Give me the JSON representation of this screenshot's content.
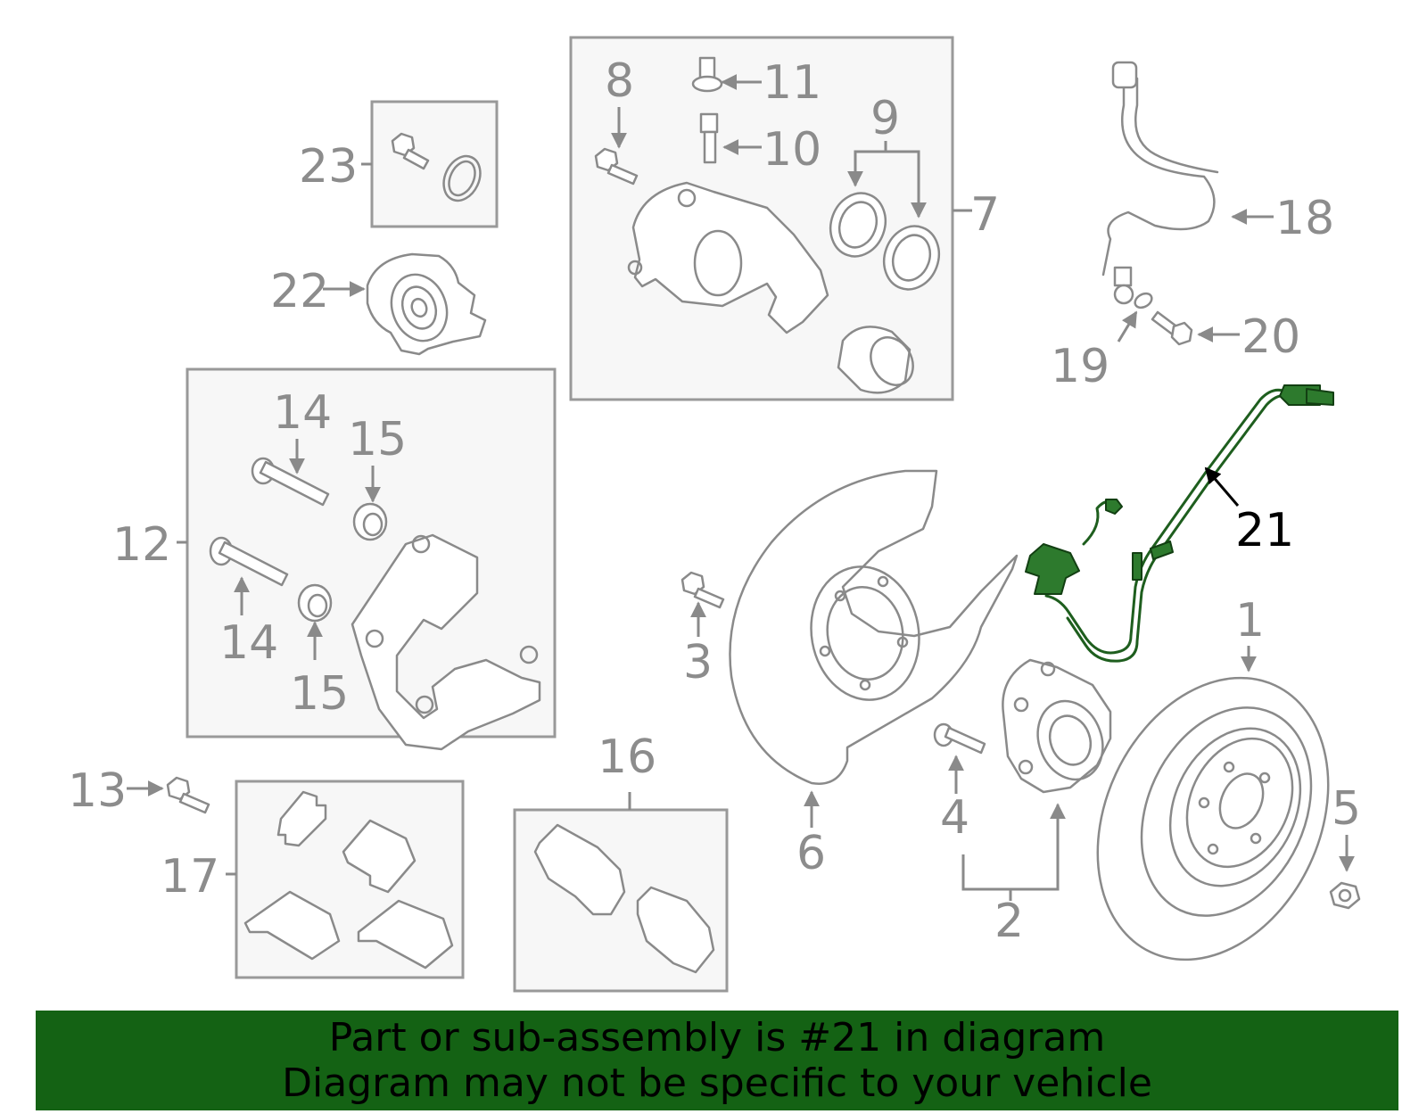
{
  "highlight_color": "#146214",
  "part_color": "#2d7a2d",
  "banner": {
    "line1": "Part or sub-assembly is #21 in diagram",
    "line2": "Diagram may not be specific to your vehicle"
  },
  "callouts": {
    "c1": "1",
    "c2": "2",
    "c3": "3",
    "c4": "4",
    "c5": "5",
    "c6": "6",
    "c7": "7",
    "c8": "8",
    "c9": "9",
    "c10": "10",
    "c11": "11",
    "c12": "12",
    "c13": "13",
    "c14a": "14",
    "c14b": "14",
    "c15a": "15",
    "c15b": "15",
    "c16": "16",
    "c17": "17",
    "c18": "18",
    "c19": "19",
    "c20": "20",
    "c21": "21",
    "c22": "22",
    "c23": "23"
  },
  "highlighted_part": "21"
}
